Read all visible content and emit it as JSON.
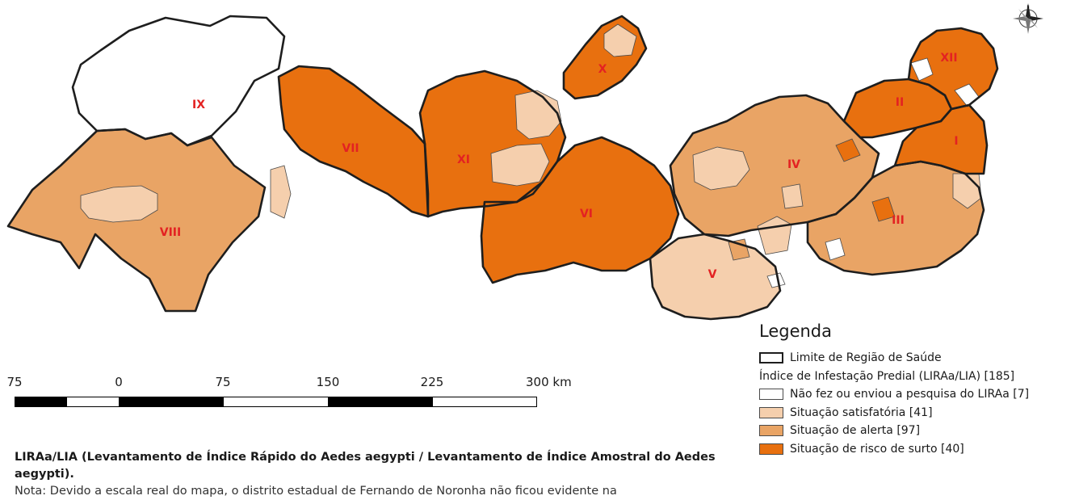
{
  "colors": {
    "none": "#ffffff",
    "satisfactory": "#f5cfad",
    "alert": "#e9a465",
    "risk": "#e8700f",
    "outline": "#4a4a4a",
    "region_border": "#1e1e1e",
    "region_label": "#e32222"
  },
  "regions": [
    {
      "id": "IX",
      "class": "none"
    },
    {
      "id": "VIII",
      "class": "alert"
    },
    {
      "id": "VII",
      "class": "risk"
    },
    {
      "id": "XI",
      "class": "risk"
    },
    {
      "id": "X",
      "class": "risk"
    },
    {
      "id": "VI",
      "class": "risk"
    },
    {
      "id": "V",
      "class": "satisfactory"
    },
    {
      "id": "IV",
      "class": "alert"
    },
    {
      "id": "III",
      "class": "alert"
    },
    {
      "id": "II",
      "class": "risk"
    },
    {
      "id": "I",
      "class": "risk"
    },
    {
      "id": "XII",
      "class": "risk"
    }
  ],
  "compass": {
    "icon": "compass-rose-icon"
  },
  "scale": {
    "labels": [
      "75",
      "0",
      "75",
      "150",
      "225",
      "300 km"
    ]
  },
  "legend": {
    "title": "Legenda",
    "boundary_label": "Limite de Região de Saúde",
    "index_heading": "Índice de Infestação Predial (LIRAa/LIA) [185]",
    "items": [
      {
        "label": "Não fez ou enviou a pesquisa do LIRAa [7]",
        "color_key": "none"
      },
      {
        "label": "Situação satisfatória [41]",
        "color_key": "satisfactory"
      },
      {
        "label": "Situação de alerta [97]",
        "color_key": "alert"
      },
      {
        "label": "Situação de risco de surto [40]",
        "color_key": "risk"
      }
    ]
  },
  "notes": {
    "title": "LIRAa/LIA (Levantamento de Índice Rápido do Aedes aegypti / Levantamento de Índice Amostral do Aedes aegypti).",
    "note": "Nota: Devido a escala real do mapa, o distrito estadual de Fernando de Noronha não ficou evidente na"
  }
}
